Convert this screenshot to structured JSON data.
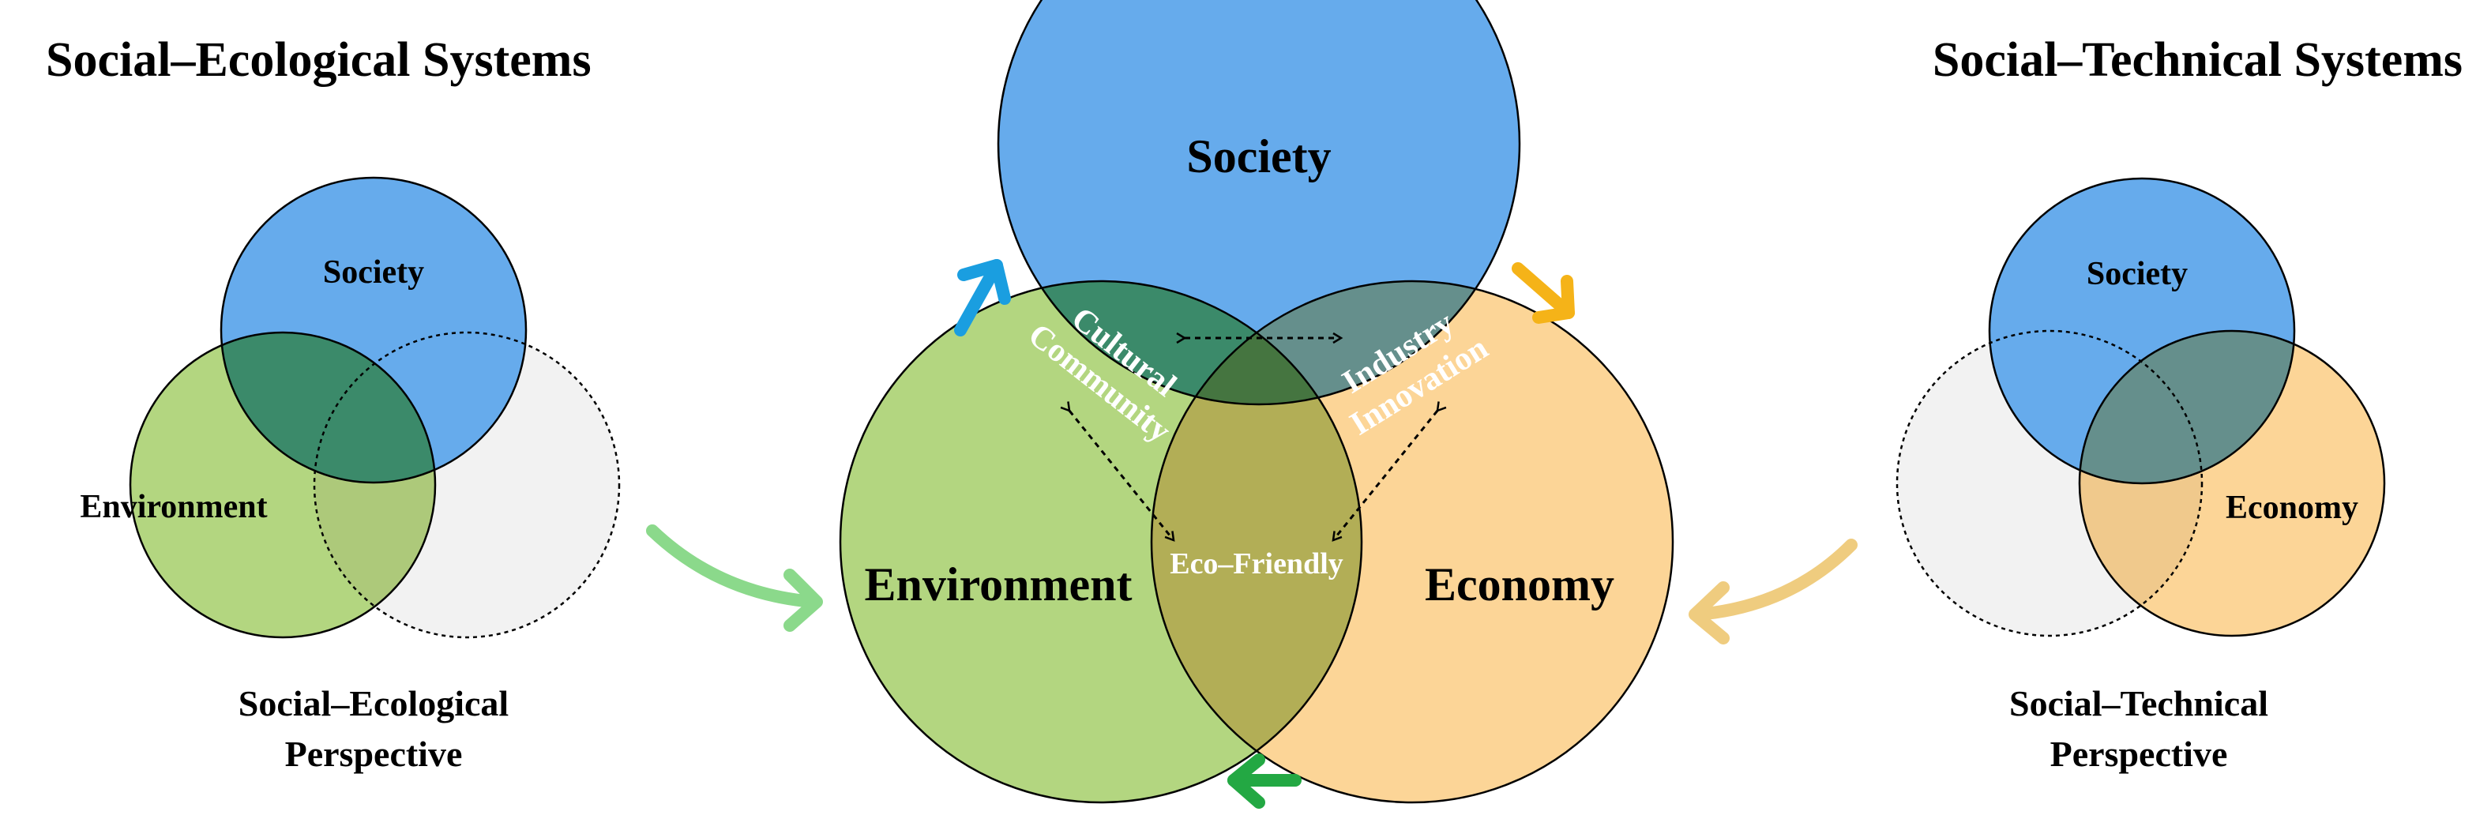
{
  "left_panel": {
    "heading": "Social–Ecological Systems",
    "society_label": "Society",
    "environment_label": "Environment",
    "caption_line1": "Social–Ecological",
    "caption_line2": "Perspective"
  },
  "right_panel": {
    "heading": "Social–Technical Systems",
    "society_label": "Society",
    "economy_label": "Economy",
    "caption_line1": "Social–Technical",
    "caption_line2": "Perspective"
  },
  "center": {
    "society_label": "Society",
    "environment_label": "Environment",
    "economy_label": "Economy",
    "overlap_society_environment": [
      "Cultural",
      "Community"
    ],
    "overlap_society_economy": [
      "Industry",
      "Innovation"
    ],
    "overlap_environment_economy": "Eco–Friendly"
  },
  "colors": {
    "society": "#66abec",
    "environment": "#b3d680",
    "economy": "#fcd597",
    "society_environment": "#3b8a6a",
    "society_economy": "#658f8c",
    "environment_economy": "#b2ae56",
    "all_three": "#457540",
    "neutral": "#f2f2f2",
    "arrow_green_light": "#8bd98b",
    "arrow_gold_light": "#efcc7f",
    "arrow_blue": "#1a9ee0",
    "arrow_orange": "#f5b318",
    "arrow_green": "#23a843"
  }
}
